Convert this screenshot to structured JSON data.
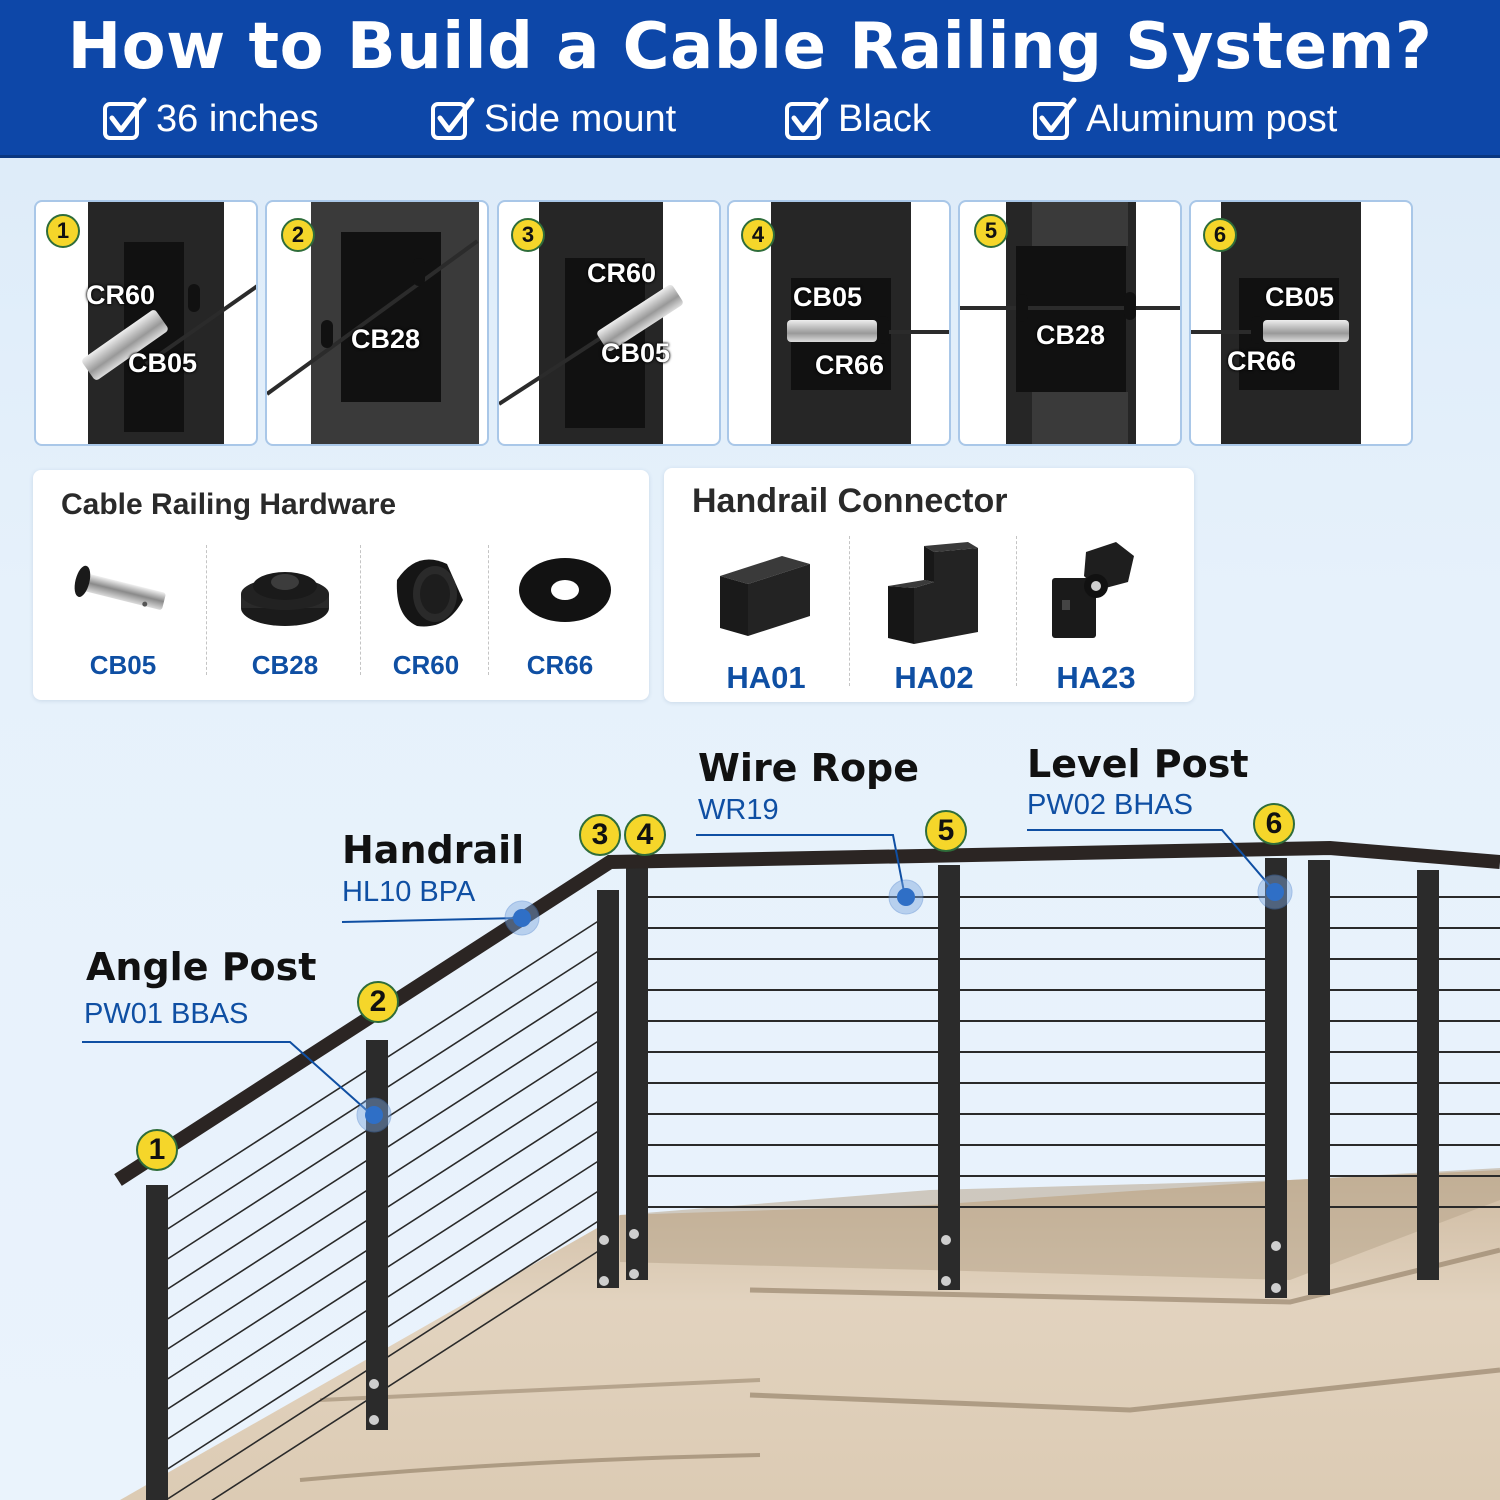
{
  "header": {
    "title": "How to Build a Cable Railing System?",
    "features": [
      {
        "icon": "checkbox-checked-icon",
        "label": "36 inches"
      },
      {
        "icon": "checkbox-checked-icon",
        "label": "Side mount"
      },
      {
        "icon": "checkbox-checked-icon",
        "label": "Black"
      },
      {
        "icon": "checkbox-checked-icon",
        "label": "Aluminum post"
      }
    ]
  },
  "steps": [
    {
      "number": "1",
      "labels": [
        "CR60",
        "CB05"
      ]
    },
    {
      "number": "2",
      "labels": [
        "CB28"
      ]
    },
    {
      "number": "3",
      "labels": [
        "CR60",
        "CB05"
      ]
    },
    {
      "number": "4",
      "labels": [
        "CB05",
        "CR66"
      ]
    },
    {
      "number": "5",
      "labels": [
        "CB28"
      ]
    },
    {
      "number": "6",
      "labels": [
        "CB05",
        "CR66"
      ]
    }
  ],
  "hardware": {
    "title": "Cable Railing Hardware",
    "items": [
      {
        "code": "CB05",
        "icon": "pin-bolt-icon"
      },
      {
        "code": "CB28",
        "icon": "grommet-icon"
      },
      {
        "code": "CR60",
        "icon": "angle-washer-icon"
      },
      {
        "code": "CR66",
        "icon": "flat-washer-icon"
      }
    ]
  },
  "connector": {
    "title": "Handrail Connector",
    "items": [
      {
        "code": "HA01",
        "icon": "block-connector-icon"
      },
      {
        "code": "HA02",
        "icon": "l-connector-icon"
      },
      {
        "code": "HA23",
        "icon": "hinge-connector-icon"
      }
    ]
  },
  "diagram": {
    "callouts": [
      {
        "title": "Angle Post",
        "code": "PW01 BBAS"
      },
      {
        "title": "Handrail",
        "code": "HL10 BPA"
      },
      {
        "title": "Wire Rope",
        "code": "WR19"
      },
      {
        "title": "Level Post",
        "code": "PW02 BHAS"
      }
    ],
    "badges": [
      "1",
      "2",
      "3",
      "4",
      "5",
      "6"
    ]
  },
  "colors": {
    "header_bg": "#0d47a8",
    "accent_blue": "#0f4fa3",
    "badge_yellow": "#f5d62a",
    "post_black": "#262626",
    "page_bg": "#e6f1fb"
  }
}
